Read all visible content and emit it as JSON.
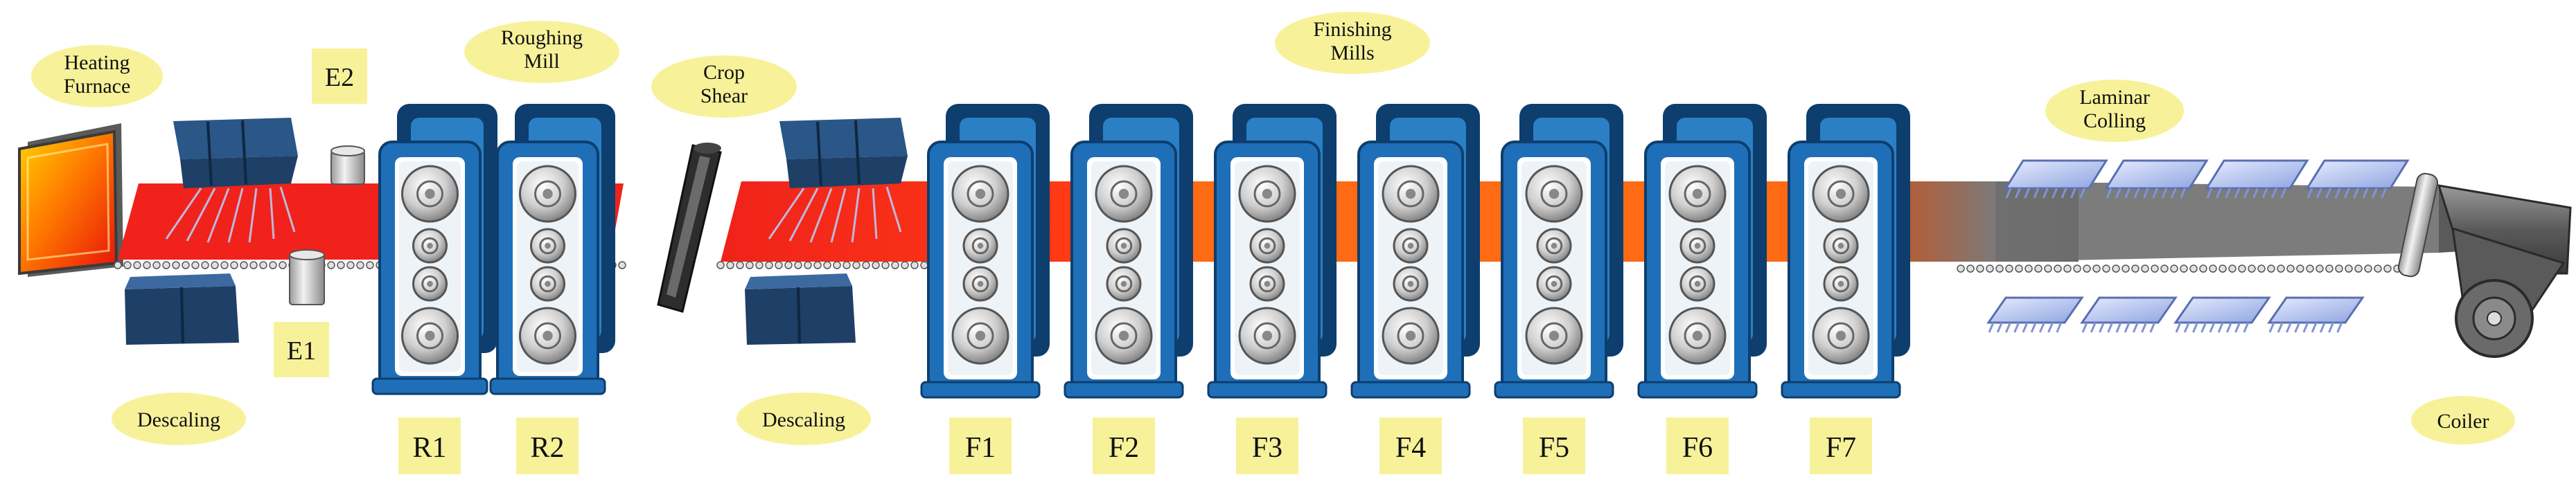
{
  "labels": {
    "heating_furnace": "Heating Furnace",
    "roughing_mill": "Roughing Mill",
    "crop_shear": "Crop Shear",
    "finishing_mills": "Finishing Mills",
    "laminar_colling": "Laminar Colling",
    "descaling_1": "Descaling",
    "descaling_2": "Descaling",
    "coiler": "Coiler",
    "edger_e1": "E1",
    "edger_e2": "E2"
  },
  "roughing_stands": [
    "R1",
    "R2"
  ],
  "finishing_stands": [
    "F1",
    "F2",
    "F3",
    "F4",
    "F5",
    "F6",
    "F7"
  ],
  "colors": {
    "bubble_fill": "#f7f29a",
    "tag_fill": "#f7f29a",
    "stand_blue": "#1f6fb8",
    "stand_dark": "#0d3e6e",
    "roll_gray": "#d4d4d4",
    "strip_red": "#f0221b",
    "strip_orange": "#ff6a14",
    "strip_gray": "#707070",
    "descaler_navy": "#1e3f66",
    "cooling_header": "#b9c8f2"
  }
}
